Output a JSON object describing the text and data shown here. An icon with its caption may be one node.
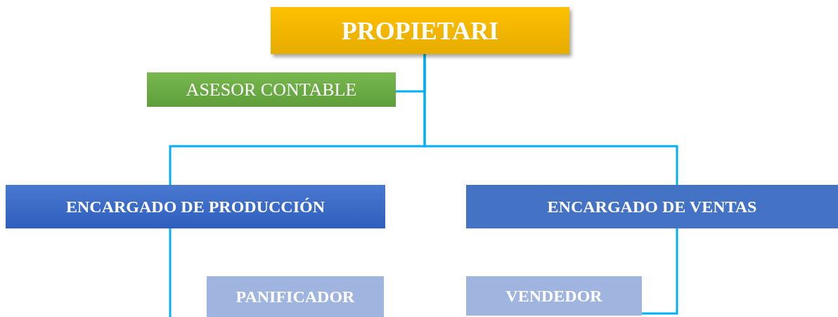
{
  "diagram": {
    "nodes": [
      {
        "text": [
          "PROPIETARI"
        ]
      },
      {
        "text": [
          "ASESOR CONTABLE"
        ]
      },
      {
        "text": [
          "ENCARGADO DE PRODUCCIÓN"
        ]
      },
      {
        "text": [
          "ENCARGADO DE VENTAS"
        ]
      },
      {
        "text": [
          "PANIFICADOR"
        ]
      },
      {
        "text": [
          "VENDEDOR"
        ]
      }
    ],
    "edges": [
      {
        "from": 0,
        "to": 1,
        "arrow": "none"
      },
      {
        "from": 0,
        "to": 2,
        "arrow": "none"
      },
      {
        "from": 0,
        "to": 3,
        "arrow": "none"
      },
      {
        "from": 3,
        "to": 5,
        "arrow": "none"
      },
      {
        "from": 2,
        "to": null,
        "arrow": "none"
      }
    ]
  }
}
